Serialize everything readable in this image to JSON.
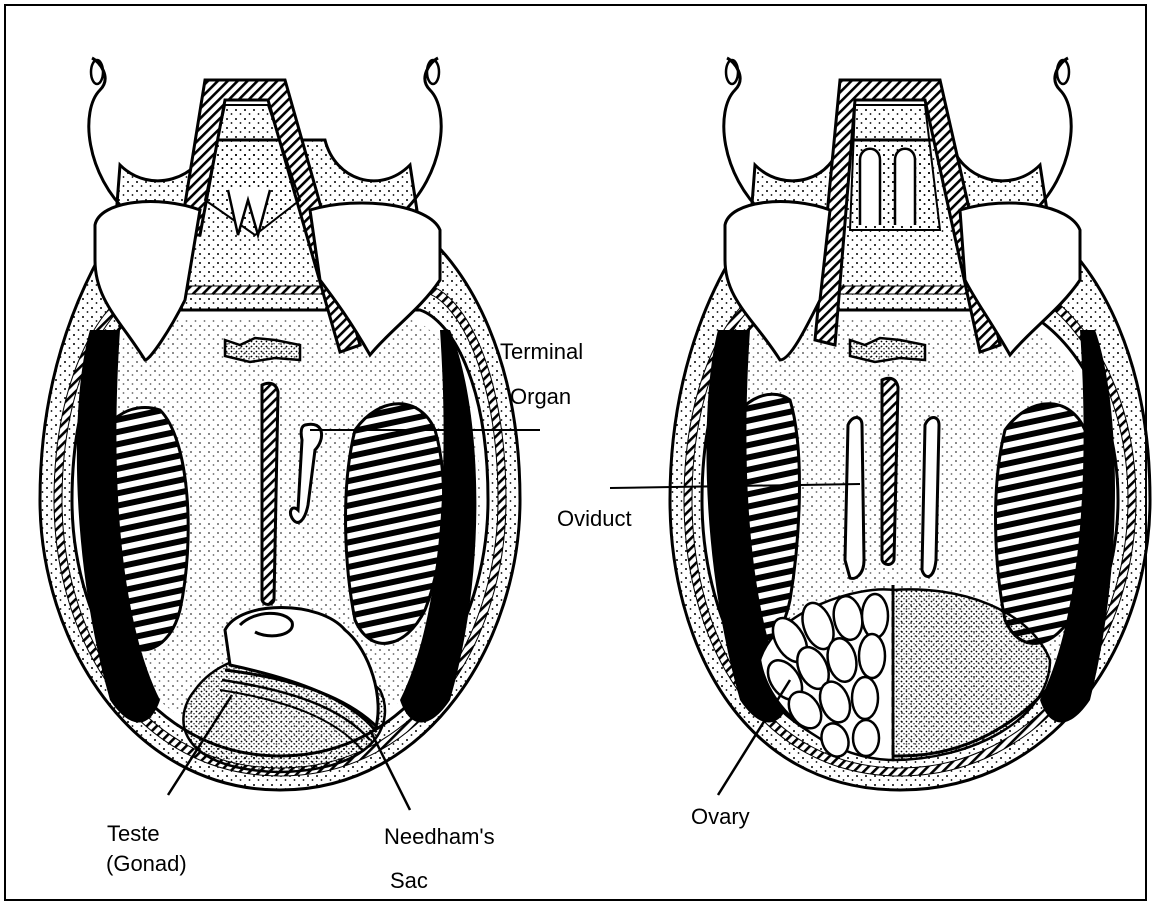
{
  "labels": {
    "terminal_organ_line1": "Terminal",
    "terminal_organ_line2": "Organ",
    "oviduct": "Oviduct",
    "teste_line1": "Teste",
    "teste_line2": "(Gonad)",
    "needhams_sac_line1": "Needham's",
    "needhams_sac_line2": "Sac",
    "ovary": "Ovary"
  },
  "colors": {
    "ink": "#000000",
    "paper": "#ffffff"
  }
}
